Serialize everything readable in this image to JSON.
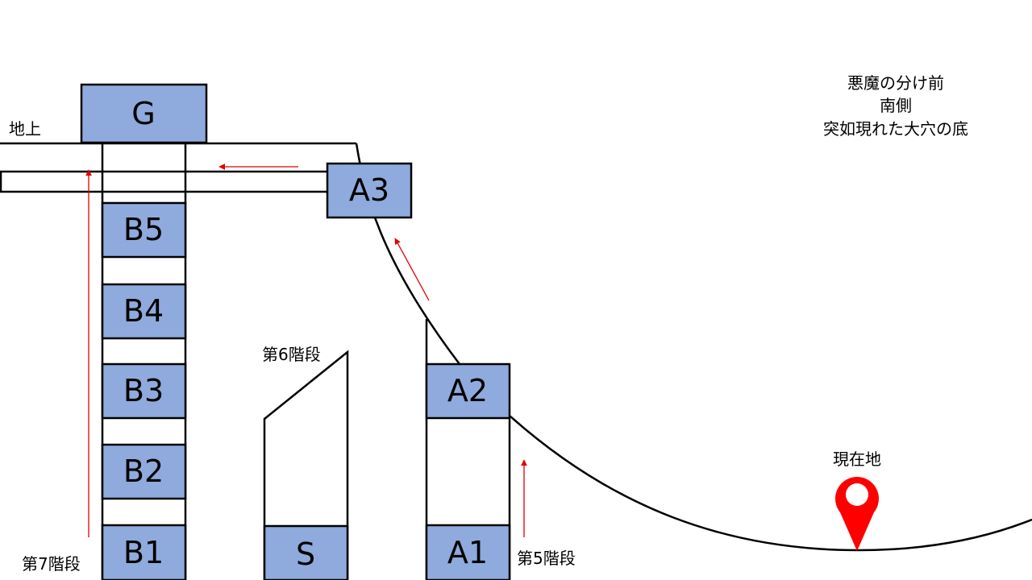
{
  "boxes": {
    "G": "G",
    "A3": "A3",
    "B5": "B5",
    "B4": "B4",
    "B3": "B3",
    "B2": "B2",
    "B1": "B1",
    "S": "S",
    "A2": "A2",
    "A1": "A1"
  },
  "labels": {
    "ground": "地上",
    "stair7": "第7階段",
    "stair6": "第6階段",
    "stair5": "第5階段",
    "current_location": "現在地"
  },
  "caption": {
    "line1": "悪魔の分け前",
    "line2": "南側",
    "line3": "突如現れた大穴の底"
  },
  "colors": {
    "box_fill": "#8faadc",
    "arrow": "#e00000",
    "pin": "#ff0000"
  },
  "icons": {
    "current_location_marker": "map-pin-icon"
  }
}
